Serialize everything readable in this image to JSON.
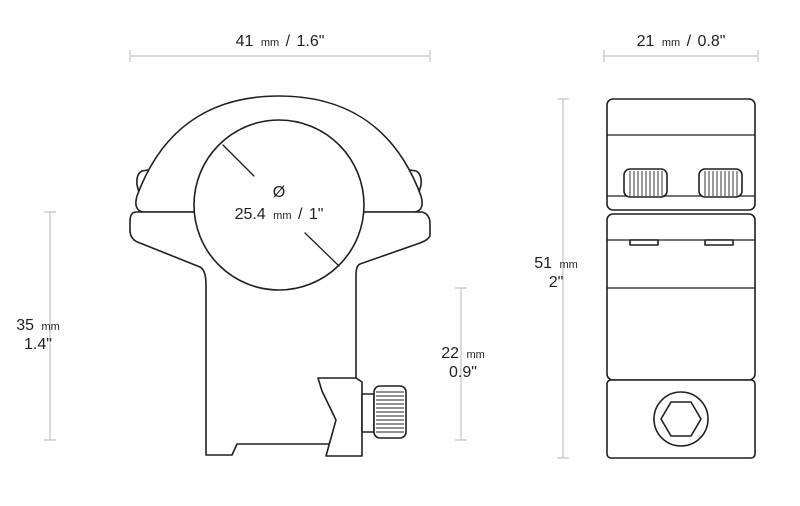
{
  "dimensions": {
    "front_width": {
      "value": "41",
      "unit": "mm",
      "imperial": "1.6\""
    },
    "side_width": {
      "value": "21",
      "unit": "mm",
      "imperial": "0.8\""
    },
    "bore_diameter": {
      "symbol": "Ø",
      "value": "25.4",
      "unit": "mm",
      "imperial": "1\""
    },
    "center_height": {
      "value": "35",
      "unit": "mm",
      "imperial": "1.4\""
    },
    "saddle_height": {
      "value": "22",
      "unit": "mm",
      "imperial": "0.9\""
    },
    "total_height": {
      "value": "51",
      "unit": "mm",
      "imperial": "2\""
    }
  },
  "colors": {
    "line": "#231f20",
    "dimension_line": "#b7b7b7",
    "background": "#ffffff"
  }
}
